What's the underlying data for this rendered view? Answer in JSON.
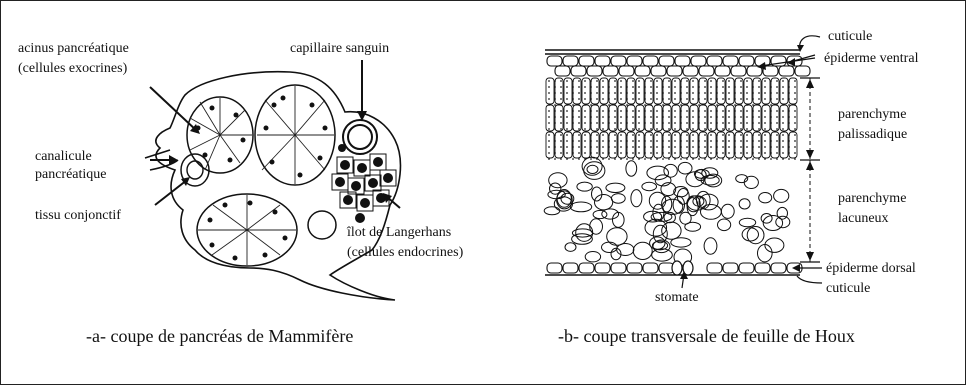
{
  "figure_a": {
    "labels": {
      "acinus_l1": "acinus pancréatique",
      "acinus_l2": "(cellules exocrines)",
      "capillaire": "capillaire sanguin",
      "canalicule_l1": "canalicule",
      "canalicule_l2": "pancréatique",
      "tissu": "tissu conjonctif",
      "ilot_l1": "îlot de Langerhans",
      "ilot_l2": "(cellules endocrines)"
    },
    "caption": "-a- coupe de pancréas de Mammifère"
  },
  "figure_b": {
    "labels": {
      "cuticule_top": "cuticule",
      "epiderme_ventral": "épiderme ventral",
      "palissadique_l1": "parenchyme",
      "palissadique_l2": "palissadique",
      "lacuneux_l1": "parenchyme",
      "lacuneux_l2": "lacuneux",
      "epiderme_dorsal": "épiderme dorsal",
      "cuticule_bottom": "cuticule",
      "stomate": "stomate"
    },
    "caption": "-b- coupe transversale de feuille de Houx"
  }
}
